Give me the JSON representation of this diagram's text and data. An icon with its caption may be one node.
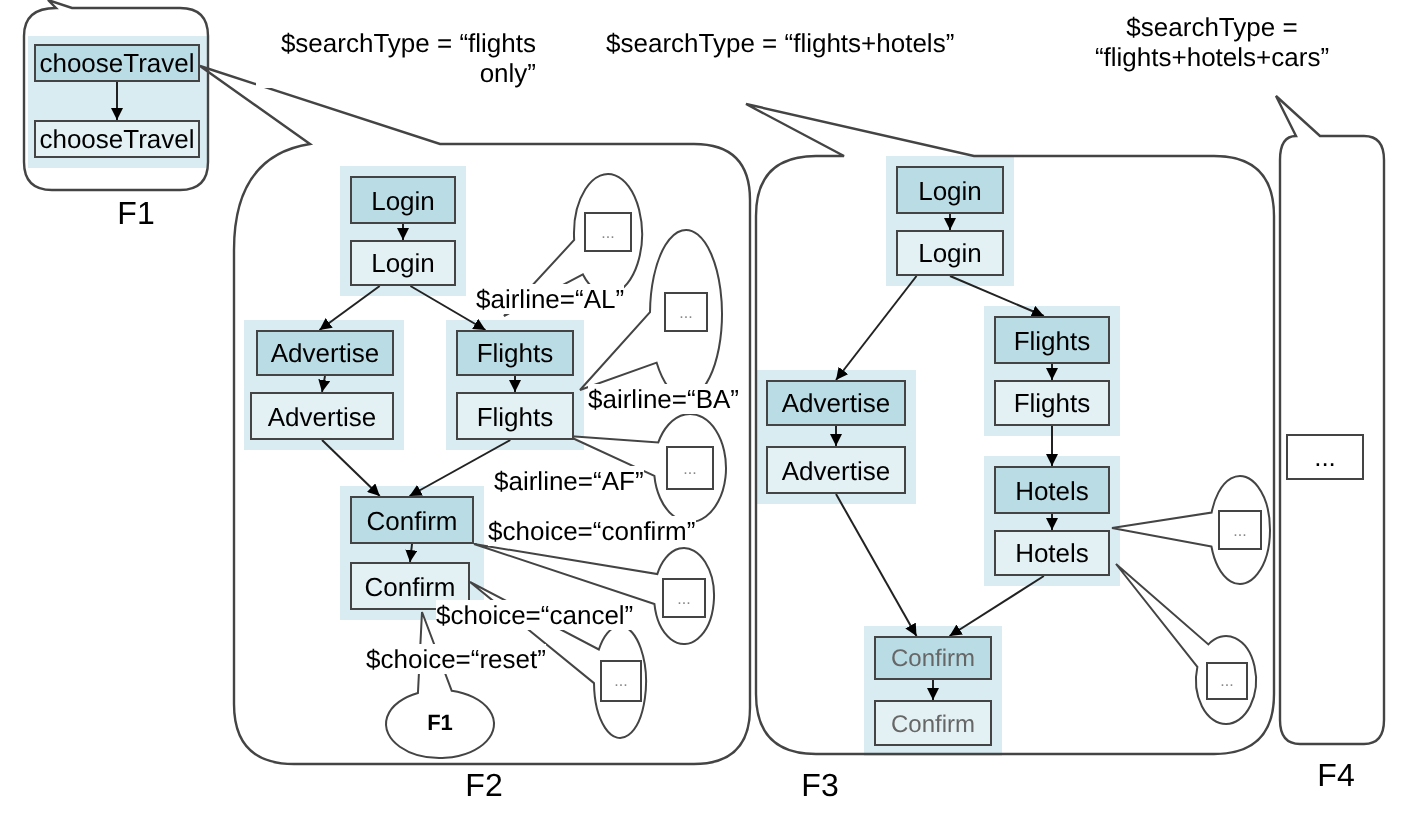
{
  "diagram": {
    "nodes": [
      {
        "text": [
          "F1"
        ]
      },
      {
        "text": [
          "chooseTravel"
        ],
        "in": 0
      },
      {
        "text": [
          "chooseTravel"
        ],
        "in": 0
      },
      {
        "text": [
          "F2"
        ]
      },
      {
        "text": [
          "Login"
        ],
        "in": 3
      },
      {
        "text": [
          "Login"
        ],
        "in": 3
      },
      {
        "text": [],
        "shape": "ellipse",
        "in": 3
      },
      {
        "text": [
          "..."
        ],
        "in": 6
      },
      {
        "text": [
          "Advertise"
        ],
        "in": 3
      },
      {
        "text": [
          "Flights"
        ],
        "in": 3
      },
      {
        "text": [],
        "shape": "ellipse",
        "in": 3
      },
      {
        "text": [
          "..."
        ],
        "in": 10
      },
      {
        "text": [
          "Advertise"
        ],
        "in": 3
      },
      {
        "text": [
          "Flights"
        ],
        "in": 3
      },
      {
        "text": [],
        "shape": "ellipse",
        "in": 3
      },
      {
        "text": [
          "..."
        ],
        "in": 14
      },
      {
        "text": [
          "Confirm"
        ],
        "in": 3
      },
      {
        "text": [],
        "shape": "ellipse",
        "in": 3
      },
      {
        "text": [
          "..."
        ],
        "in": 17
      },
      {
        "text": [
          "Confirm"
        ],
        "in": 3
      },
      {
        "text": [],
        "shape": "ellipse",
        "in": 3
      },
      {
        "text": [
          "..."
        ],
        "in": 20
      },
      {
        "text": [
          "F1"
        ],
        "in": 3
      },
      {
        "text": [
          "F3"
        ]
      },
      {
        "text": [
          "Login"
        ],
        "in": 23
      },
      {
        "text": [
          "Login"
        ],
        "in": 23
      },
      {
        "text": [
          "Flights"
        ],
        "in": 23
      },
      {
        "text": [
          "Advertise"
        ],
        "in": 23
      },
      {
        "text": [
          "Flights"
        ],
        "in": 23
      },
      {
        "text": [
          "Hotels"
        ],
        "in": 23
      },
      {
        "text": [],
        "shape": "ellipse",
        "in": 23
      },
      {
        "text": [
          "..."
        ],
        "in": 30
      },
      {
        "text": [
          "Advertise"
        ],
        "in": 23
      },
      {
        "text": [
          "Hotels"
        ],
        "in": 23
      },
      {
        "text": [
          "Confirm"
        ],
        "in": 23
      },
      {
        "text": [],
        "shape": "ellipse",
        "in": 23
      },
      {
        "text": [
          "..."
        ],
        "in": 35
      },
      {
        "text": [
          "Confirm"
        ],
        "in": 23
      },
      {
        "text": [
          "F4"
        ]
      },
      {
        "text": [
          "..."
        ],
        "in": 38
      }
    ],
    "edges": [
      {
        "from": 1,
        "to": 2,
        "arrow": "to"
      },
      {
        "from": 4,
        "to": 5,
        "arrow": "to"
      },
      {
        "from": 5,
        "to": 8,
        "arrow": "to"
      },
      {
        "from": 5,
        "to": 9,
        "arrow": "to"
      },
      {
        "from": 8,
        "to": 12,
        "arrow": "to"
      },
      {
        "from": 9,
        "to": 13,
        "arrow": "to"
      },
      {
        "from": 12,
        "to": 16,
        "arrow": "to"
      },
      {
        "from": 13,
        "to": 16,
        "arrow": "to"
      },
      {
        "from": 16,
        "to": 19,
        "arrow": "to"
      },
      {
        "from": 24,
        "to": 25,
        "arrow": "to"
      },
      {
        "from": 25,
        "to": 27,
        "arrow": "to"
      },
      {
        "from": 25,
        "to": 26,
        "arrow": "to"
      },
      {
        "from": 26,
        "to": 28,
        "arrow": "to"
      },
      {
        "from": 28,
        "to": 29,
        "arrow": "to"
      },
      {
        "from": 29,
        "to": 33,
        "arrow": "to"
      },
      {
        "from": 27,
        "to": 32,
        "arrow": "to"
      },
      {
        "from": 32,
        "to": 34,
        "arrow": "to"
      },
      {
        "from": 33,
        "to": 34,
        "arrow": "to"
      },
      {
        "from": 34,
        "to": 37,
        "arrow": "to"
      }
    ],
    "labels": [
      "$searchType = “flights only”",
      "$searchType = “flights+hotels”",
      "$searchType = “flights+hotels+cars”",
      "$airline=“AL”",
      "$airline=“BA”",
      "$airline=“AF”",
      "$choice=“confirm”",
      "$choice=“cancel”",
      "$choice=“reset”"
    ]
  }
}
